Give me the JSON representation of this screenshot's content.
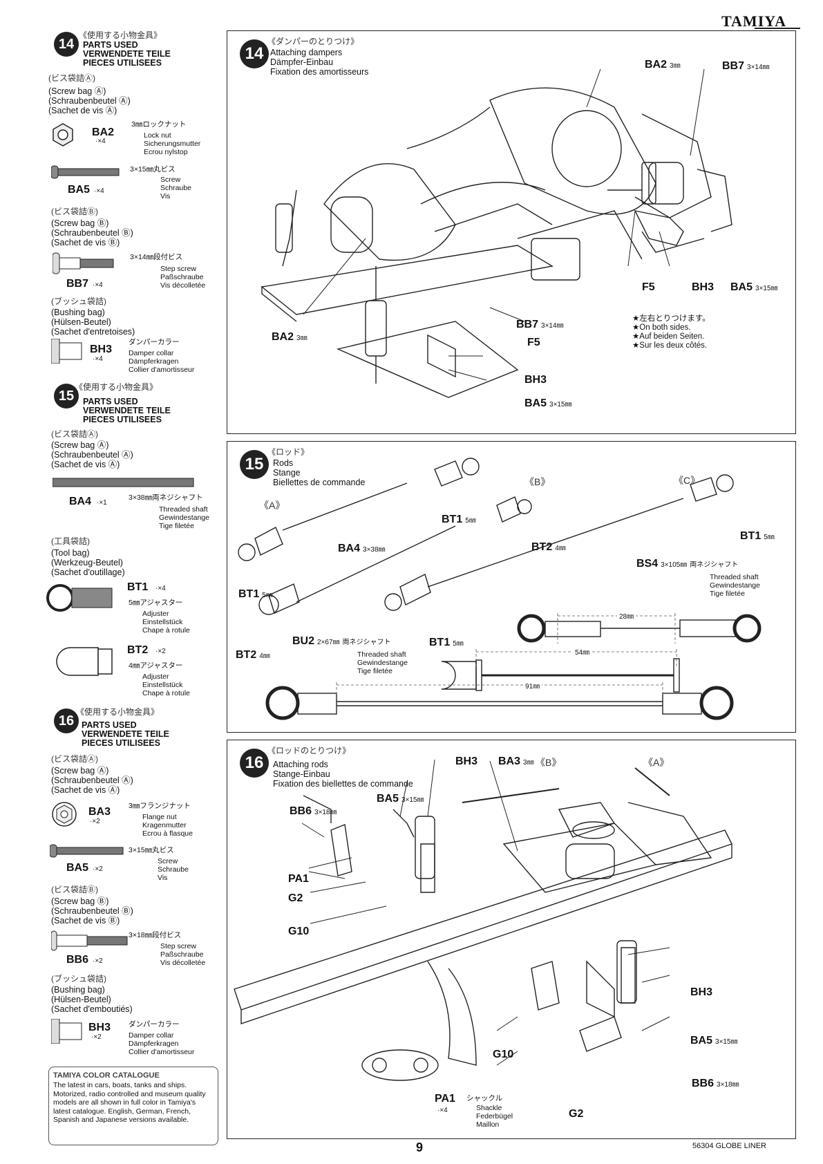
{
  "header": {
    "brand": "TAMIYA"
  },
  "footer": {
    "page_number": "9",
    "code": "56304 GLOBE LINER"
  },
  "sidebar": {
    "s14": {
      "num": "14",
      "jp": "《使用する小物金具》",
      "en": "PARTS USED",
      "de": "VERWENDETE TEILE",
      "fr": "PIECES UTILISEES",
      "bag_a_jp": "(ビス袋詰Ⓐ)",
      "bag_a_en": "(Screw bag Ⓐ)",
      "bag_a_de": "(Schraubenbeutel Ⓐ)",
      "bag_a_fr": "(Sachet de vis Ⓐ)",
      "p1": {
        "code": "BA2",
        "qty": "·×4",
        "jp": "3㎜ロックナット",
        "l1": "Lock nut",
        "l2": "Sicherungsmutter",
        "l3": "Ecrou nylstop"
      },
      "p2": {
        "code": "BA5",
        "qty": "·×4",
        "jp": "3×15㎜丸ビス",
        "l1": "Screw",
        "l2": "Schraube",
        "l3": "Vis"
      },
      "bag_b_jp": "(ビス袋詰Ⓑ)",
      "bag_b_en": "(Screw bag Ⓑ)",
      "bag_b_de": "(Schraubenbeutel Ⓑ)",
      "bag_b_fr": "(Sachet de vis Ⓑ)",
      "p3": {
        "code": "BB7",
        "qty": "·×4",
        "jp": "3×14㎜段付ビス",
        "l1": "Step screw",
        "l2": "Paßschraube",
        "l3": "Vis décolletée"
      },
      "bush_jp": "(ブッシュ袋詰)",
      "bush_en": "(Bushing bag)",
      "bush_de": "(Hülsen-Beutel)",
      "bush_fr": "(Sachet d'entretoises)",
      "p4": {
        "code": "BH3",
        "qty": "·×4",
        "jp": "ダンパーカラー",
        "l1": "Damper collar",
        "l2": "Dämpferkragen",
        "l3": "Collier d'amortisseur"
      }
    },
    "s15": {
      "num": "15",
      "jp": "《使用する小物金具》",
      "en": "PARTS USED",
      "de": "VERWENDETE TEILE",
      "fr": "PIECES UTILISEES",
      "bag_a_jp": "(ビス袋詰Ⓐ)",
      "bag_a_en": "(Screw bag Ⓐ)",
      "bag_a_de": "(Schraubenbeutel Ⓐ)",
      "bag_a_fr": "(Sachet de vis Ⓐ)",
      "p1": {
        "code": "BA4",
        "qty": "·×1",
        "jp": "3×38㎜両ネジシャフト",
        "l1": "Threaded shaft",
        "l2": "Gewindestange",
        "l3": "Tige filetée"
      },
      "tool_jp": "(工具袋詰)",
      "tool_en": "(Tool bag)",
      "tool_de": "(Werkzeug-Beutel)",
      "tool_fr": "(Sachet d'outillage)",
      "p2": {
        "code": "BT1",
        "qty": "·×4",
        "jp": "5㎜アジャスター",
        "l1": "Adjuster",
        "l2": "Einstellstück",
        "l3": "Chape à rotule"
      },
      "p3": {
        "code": "BT2",
        "qty": "·×2",
        "jp": "4㎜アジャスター",
        "l1": "Adjuster",
        "l2": "Einstellstück",
        "l3": "Chape à rotule"
      }
    },
    "s16": {
      "num": "16",
      "jp": "《使用する小物金具》",
      "en": "PARTS USED",
      "de": "VERWENDETE TEILE",
      "fr": "PIECES UTILISEES",
      "bag_a_jp": "(ビス袋詰Ⓐ)",
      "bag_a_en": "(Screw bag Ⓐ)",
      "bag_a_de": "(Schraubenbeutel Ⓐ)",
      "bag_a_fr": "(Sachet de vis Ⓐ)",
      "p1": {
        "code": "BA3",
        "qty": "·×2",
        "jp": "3㎜フランジナット",
        "l1": "Flange nut",
        "l2": "Kragenmutter",
        "l3": "Ecrou à flasque"
      },
      "p2": {
        "code": "BA5",
        "qty": "·×2",
        "jp": "3×15㎜丸ビス",
        "l1": "Screw",
        "l2": "Schraube",
        "l3": "Vis"
      },
      "bag_b_jp": "(ビス袋詰Ⓑ)",
      "bag_b_en": "(Screw bag Ⓑ)",
      "bag_b_de": "(Schraubenbeutel Ⓑ)",
      "bag_b_fr": "(Sachet de vis Ⓑ)",
      "p3": {
        "code": "BB6",
        "qty": "·×2",
        "jp": "3×18㎜段付ビス",
        "l1": "Step screw",
        "l2": "Paßschraube",
        "l3": "Vis décolletée"
      },
      "bush_jp": "(ブッシュ袋詰)",
      "bush_en": "(Bushing bag)",
      "bush_de": "(Hülsen-Beutel)",
      "bush_fr": "(Sachet d'emboutiés)",
      "p4": {
        "code": "BH3",
        "qty": "·×2",
        "jp": "ダンパーカラー",
        "l1": "Damper collar",
        "l2": "Dämpferkragen",
        "l3": "Collier d'amortisseur"
      }
    },
    "catalogue": {
      "title": "TAMIYA COLOR CATALOGUE",
      "body": "The latest in cars, boats, tanks and ships. Motorized, radio controlled and museum quality models are all shown in full color in Tamiya's latest catalogue. English, German, French, Spanish and Japanese versions available."
    }
  },
  "step14": {
    "num": "14",
    "jp": "《ダンパーのとりつけ》",
    "en": "Attaching dampers",
    "de": "Dämpfer-Einbau",
    "fr": "Fixation des amortisseurs",
    "labels": {
      "ba2_top": "BA2",
      "ba2_top_size": "3㎜",
      "bb7_top": "BB7",
      "bb7_top_size": "3×14㎜",
      "f5_a": "F5",
      "bh3_a": "BH3",
      "ba5_a": "BA5",
      "ba5_a_size": "3×15㎜",
      "ba2_left": "BA2",
      "ba2_left_size": "3㎜",
      "bb7_mid": "BB7",
      "bb7_mid_size": "3×14㎜",
      "f5_b": "F5",
      "bh3_b": "BH3",
      "ba5_b": "BA5",
      "ba5_b_size": "3×15㎜"
    },
    "note": {
      "jp": "★左右とりつけます。",
      "en": "★On both sides.",
      "de": "★Auf beiden Seiten.",
      "fr": "★Sur les deux côtés."
    }
  },
  "step15": {
    "num": "15",
    "jp": "《ロッド》",
    "en": "Rods",
    "de": "Stange",
    "fr": "Biellettes de commande",
    "labels": {
      "a": "《A》",
      "b": "《B》",
      "c": "《C》",
      "bt1_1": "BT1",
      "bt1_1s": "5㎜",
      "bt2_1": "BT2",
      "bt2_1s": "4㎜",
      "ba4": "BA4",
      "ba4s": "3×38㎜",
      "bs4": "BS4",
      "bs4s": "3×105㎜",
      "bs4jp": "両ネジシャフト",
      "bs4_l1": "Threaded shaft",
      "bs4_l2": "Gewindestange",
      "bs4_l3": "Tige filetée",
      "bt1_2": "BT1",
      "bt1_2s": "5㎜",
      "bt1_3": "BT1",
      "bt1_3s": "5㎜",
      "bt1_4": "BT1",
      "bt1_4s": "5㎜",
      "bt2_2": "BT2",
      "bt2_2s": "4㎜",
      "bu2": "BU2",
      "bu2s": "2×67㎜",
      "bu2jp": "両ネジシャフト",
      "bu2_l1": "Threaded shaft",
      "bu2_l2": "Gewindestange",
      "bu2_l3": "Tige filetée",
      "dim1": "28㎜",
      "dim2": "54㎜",
      "dim3": "91㎜"
    }
  },
  "step16": {
    "num": "16",
    "jp": "《ロッドのとりつけ》",
    "en": "Attaching rods",
    "de": "Stange-Einbau",
    "fr": "Fixation des biellettes de commande",
    "labels": {
      "bh3_top": "BH3",
      "ba3": "BA3",
      "ba3s": "3㎜",
      "b": "《B》",
      "a": "《A》",
      "ba5_top": "BA5",
      "ba5_tops": "3×15㎜",
      "bb6_top": "BB6",
      "bb6_tops": "3×18㎜",
      "pa1": "PA1",
      "g2": "G2",
      "g10": "G10",
      "bh3_r": "BH3",
      "ba5_r": "BA5",
      "ba5_rs": "3×15㎜",
      "bb6_r": "BB6",
      "bb6_rs": "3×18㎜",
      "g10_b": "G10",
      "g2_b": "G2",
      "pa1_b": "PA1",
      "pa1_qty": "·×4",
      "pa1_jp": "シャックル",
      "pa1_l1": "Shackle",
      "pa1_l2": "Federbügel",
      "pa1_l3": "Maillon"
    }
  }
}
